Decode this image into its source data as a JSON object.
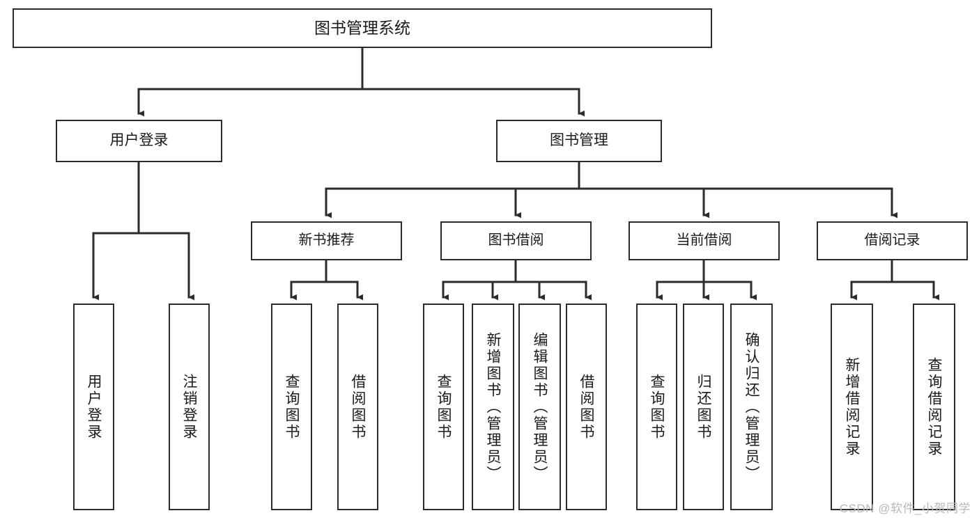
{
  "diagram": {
    "title": "图书管理系统",
    "type": "tree",
    "root": {
      "id": "root",
      "label": "图书管理系统"
    },
    "level2": [
      {
        "id": "user-login",
        "label": "用户登录"
      },
      {
        "id": "book-manage",
        "label": "图书管理"
      }
    ],
    "level3": [
      {
        "id": "new-book-recommend",
        "label": "新书推荐"
      },
      {
        "id": "book-borrow",
        "label": "图书借阅"
      },
      {
        "id": "current-borrow",
        "label": "当前借阅"
      },
      {
        "id": "borrow-record",
        "label": "借阅记录"
      }
    ],
    "leaves": {
      "user_login": [
        {
          "id": "leaf-user-login",
          "label": "用户登录"
        },
        {
          "id": "leaf-logout-login",
          "label": "注销登录"
        }
      ],
      "new_book_recommend": [
        {
          "id": "leaf-query-book-1",
          "label": "查询图书"
        },
        {
          "id": "leaf-borrow-book-1",
          "label": "借阅图书"
        }
      ],
      "book_borrow": [
        {
          "id": "leaf-query-book-2",
          "label": "查询图书"
        },
        {
          "id": "leaf-add-book",
          "label": "新增图书（管理员）"
        },
        {
          "id": "leaf-edit-book",
          "label": "编辑图书（管理员）"
        },
        {
          "id": "leaf-borrow-book-2",
          "label": "借阅图书"
        }
      ],
      "current_borrow": [
        {
          "id": "leaf-query-book-3",
          "label": "查询图书"
        },
        {
          "id": "leaf-return-book",
          "label": "归还图书"
        },
        {
          "id": "leaf-confirm-return",
          "label": "确认归还（管理员）"
        }
      ],
      "borrow_record": [
        {
          "id": "leaf-add-record",
          "label": "新增借阅记录"
        },
        {
          "id": "leaf-query-record",
          "label": "查询借阅记录"
        }
      ]
    }
  },
  "watermark": "CSDN @软件_小贺同学",
  "colors": {
    "stroke": "#2b2b2b",
    "background": "#ffffff",
    "text": "#1a1a1a",
    "watermark": "#b9b9b9"
  }
}
